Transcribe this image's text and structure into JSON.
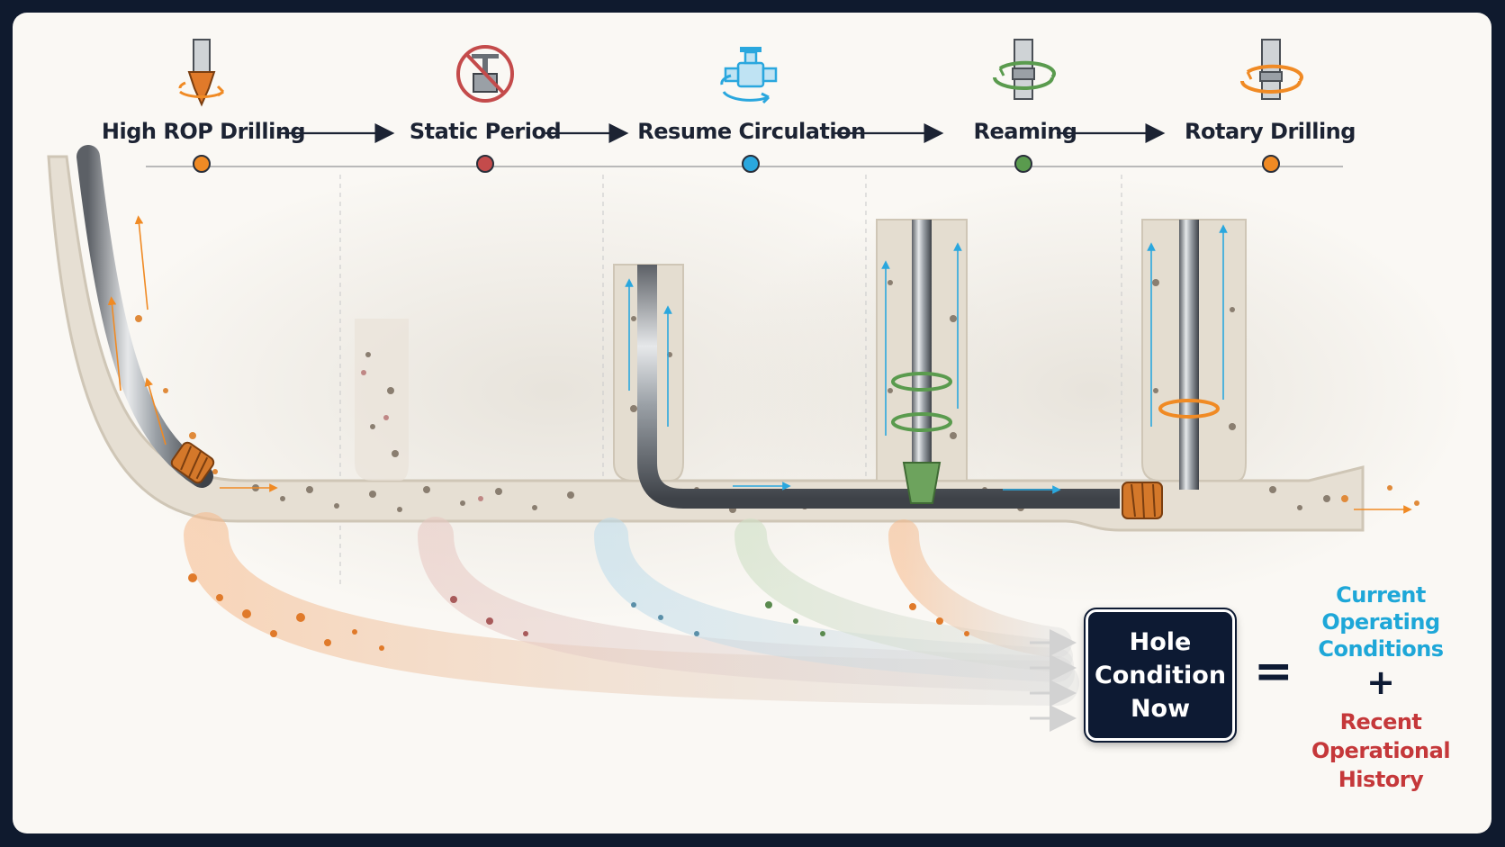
{
  "stages": [
    {
      "label": "High ROP Drilling",
      "color": "#f08a24",
      "icon": "drill-bit-rotating-icon"
    },
    {
      "label": "Static Period",
      "color": "#c44b4b",
      "icon": "no-valve-icon"
    },
    {
      "label": "Resume Circulation",
      "color": "#2aa7de",
      "icon": "pump-circulation-icon"
    },
    {
      "label": "Reaming",
      "color": "#5a9b4e",
      "icon": "reamer-rotating-icon"
    },
    {
      "label": "Rotary Drilling",
      "color": "#f08a24",
      "icon": "rotary-pipe-icon"
    }
  ],
  "result": {
    "box_lines": [
      "Hole",
      "Condition",
      "Now"
    ],
    "equals": "=",
    "current_lines": [
      "Current",
      "Operating",
      "Conditions"
    ],
    "plus": "+",
    "recent_lines": [
      "Recent",
      "Operational",
      "History"
    ]
  },
  "colors": {
    "background": "#0f1a2e",
    "canvas": "#faf8f4",
    "navy": "#0d1a33",
    "orange": "#f08a24",
    "red": "#c44b4b",
    "blue": "#2aa7de",
    "green": "#5a9b4e",
    "current_text": "#1ea7d8",
    "recent_text": "#c5383a"
  }
}
